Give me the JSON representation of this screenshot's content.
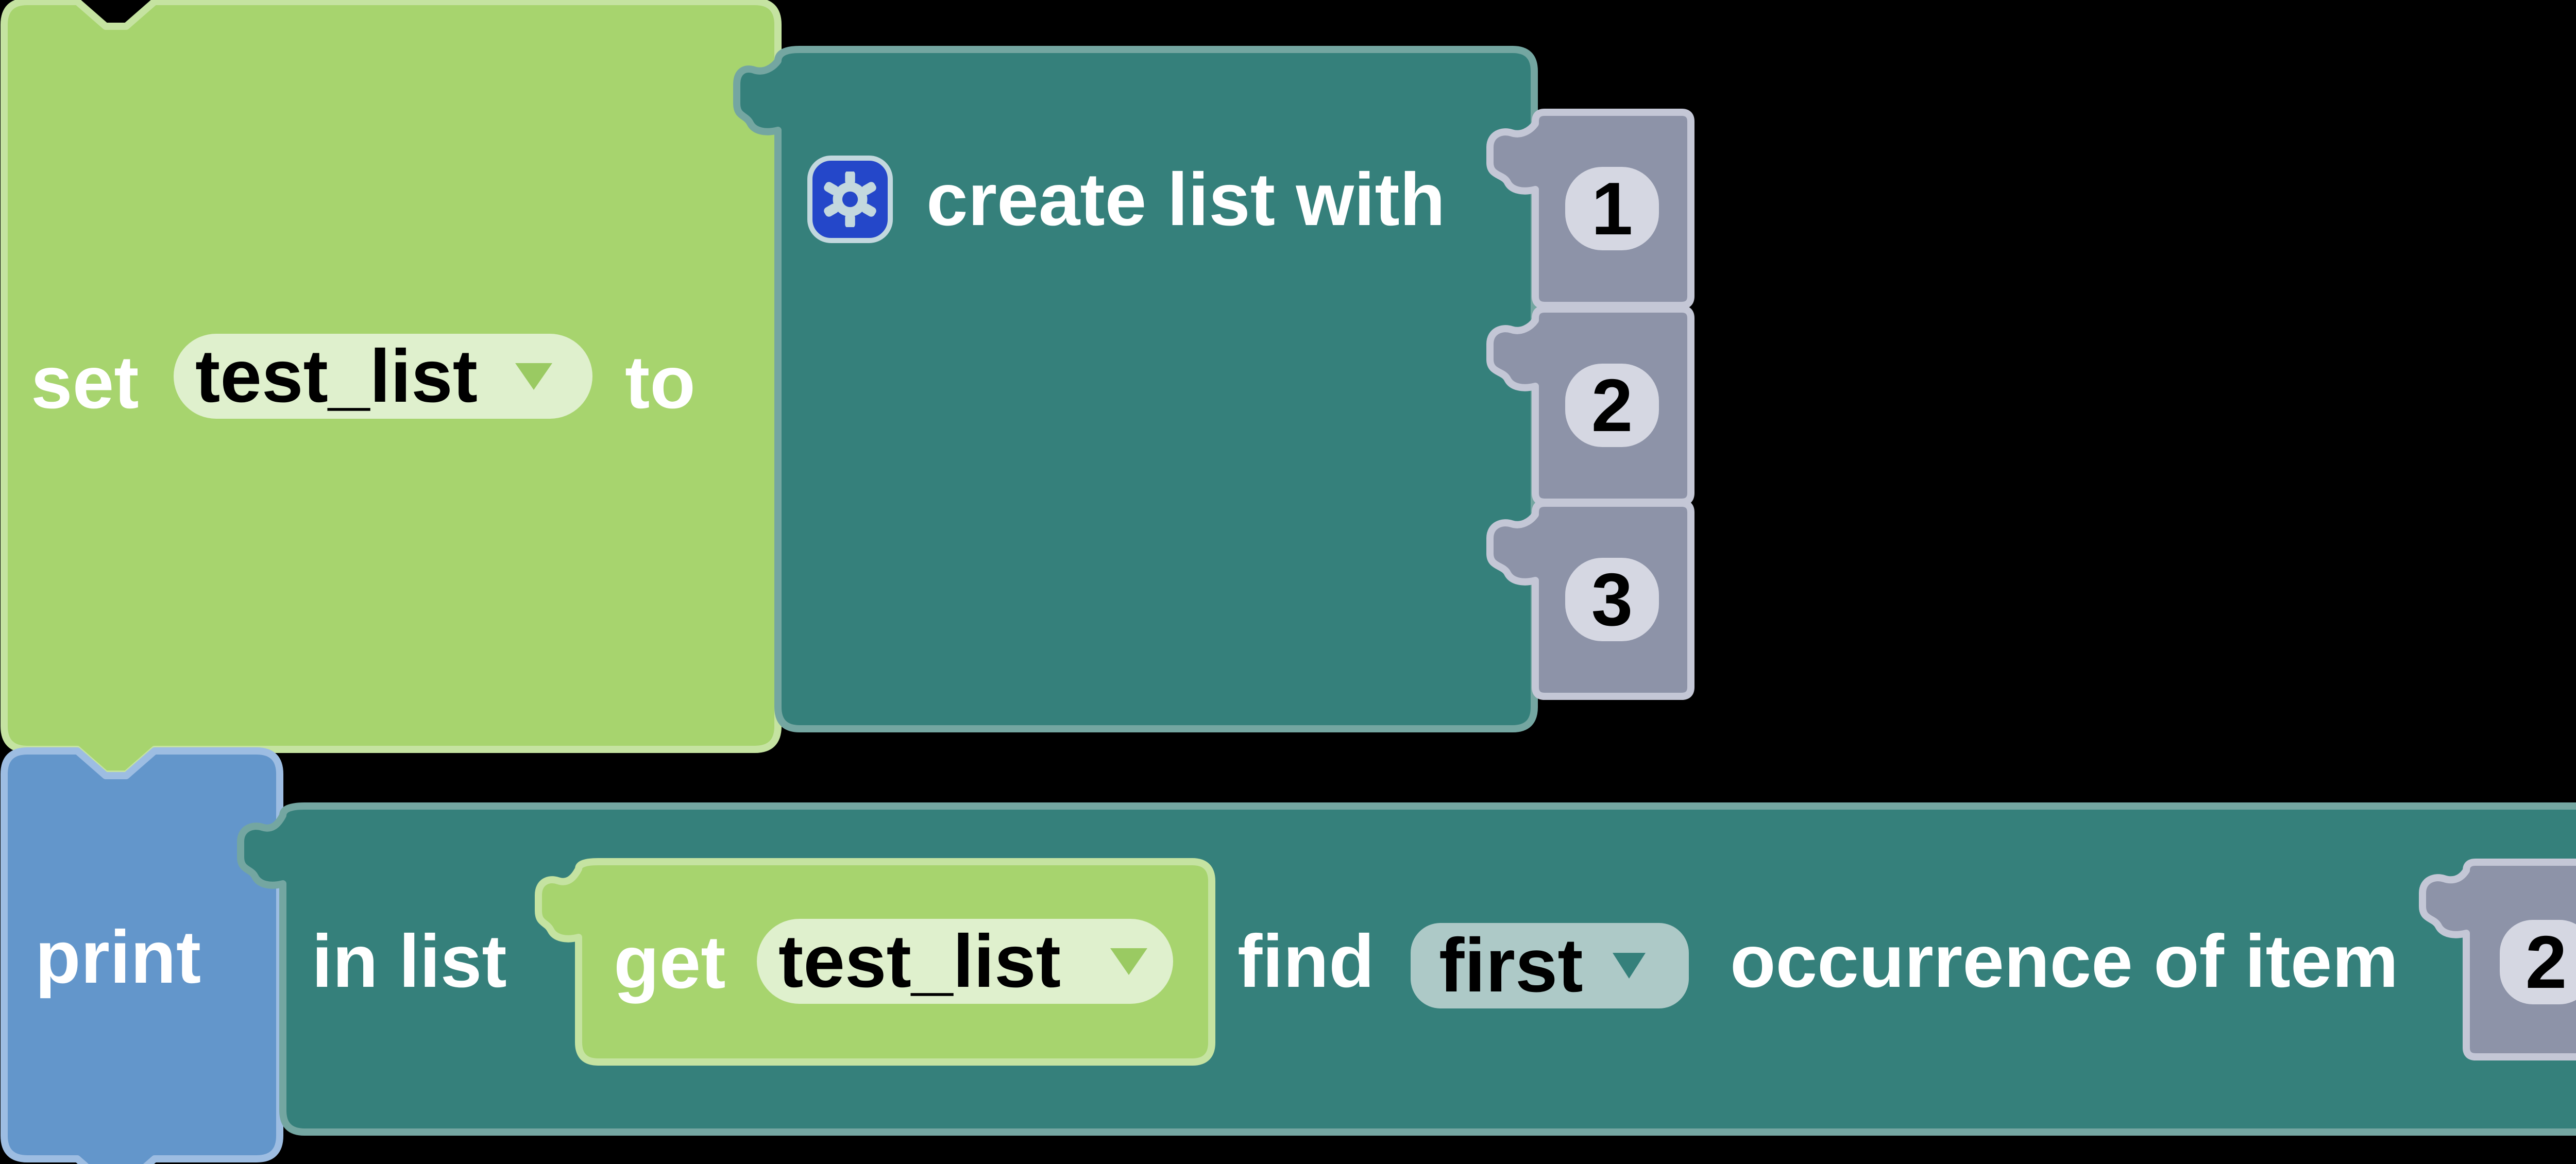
{
  "colors": {
    "canvas_bg": "#000000",
    "green_fill": "#a7d46e",
    "green_border": "#c5e3a1",
    "teal_fill": "#35807b",
    "teal_border": "#74a6a1",
    "blue_fill": "#6396cb",
    "blue_border": "#9dbde2",
    "gray_fill": "#8d93a8",
    "gray_border": "#c4c7d6",
    "field_gray": "#d5d7e2",
    "field_green": "#dff0cd",
    "field_teal": "#adc9c7",
    "arrow_green": "#9aca62",
    "arrow_teal": "#35807b",
    "gear_blue": "#2447c9",
    "gear_light": "#c3d8de",
    "label_text": "#ffffff",
    "field_text": "#000000"
  },
  "blocks": {
    "set_variable": {
      "label_set": "set",
      "variable": "test_list",
      "label_to": "to"
    },
    "create_list": {
      "label": "create list with",
      "items": [
        "1",
        "2",
        "3"
      ]
    },
    "print": {
      "label": "print"
    },
    "find_occurrence": {
      "label_in_list": "in list",
      "label_find": "find",
      "position": "first",
      "label_occurrence": "occurrence of item",
      "item": "2"
    },
    "get_variable": {
      "label_get": "get",
      "variable": "test_list"
    }
  }
}
